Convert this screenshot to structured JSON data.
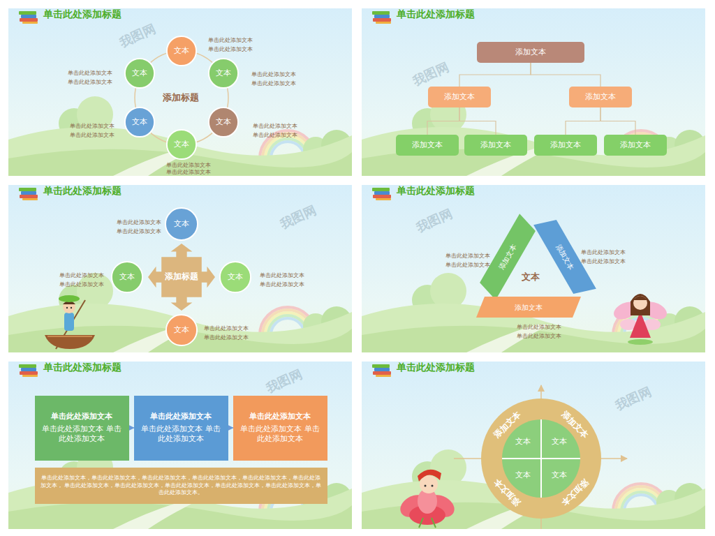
{
  "diagram": {
    "nodes": [
      {
        "text": [
          "文本"
        ]
      },
      {
        "text": [
          "文本"
        ]
      },
      {
        "text": [
          "文本"
        ]
      },
      {
        "text": [
          "文本"
        ]
      },
      {
        "text": [
          "文本"
        ]
      },
      {
        "text": [
          "文本"
        ]
      },
      {
        "text": [
          "添加文本"
        ]
      },
      {
        "text": [
          "添加文本"
        ]
      },
      {
        "text": [
          "添加文本"
        ]
      },
      {
        "text": [
          "添加文本"
        ]
      },
      {
        "text": [
          "添加文本"
        ]
      },
      {
        "text": [
          "添加文本"
        ]
      },
      {
        "text": [
          "添加文本"
        ]
      },
      {
        "text": [
          "添加标题"
        ]
      },
      {
        "text": [
          "文本"
        ]
      },
      {
        "text": [
          "文本"
        ]
      },
      {
        "text": [
          "文本"
        ]
      },
      {
        "text": [
          "文本"
        ]
      },
      {
        "text": [
          "添加文本"
        ]
      },
      {
        "text": [
          "添加文本"
        ]
      },
      {
        "text": [
          "添加文本"
        ]
      },
      {
        "text": [
          "单击此处添加文本",
          "单击此处添加文本 单击此处添加文本"
        ]
      },
      {
        "text": [
          "单击此处添加文本",
          "单击此处添加文本 单击此处添加文本"
        ]
      },
      {
        "text": [
          "单击此处添加文本",
          "单击此处添加文本 单击此处添加文本"
        ]
      },
      {
        "text": [
          "单击此处添加文本，单击此处添加文本，单击此处添加文本，单击此处添加文本，单击此处添加文本，单击此处添加文本， 单击此处添加文本，单击此处添加文本，单击此处添加文本，单击此处添加文本，单击此处添加文本，单击此处添加文本。"
        ]
      },
      {
        "text": [
          "添加文本",
          "添加文本",
          "添加文本",
          "添加文本"
        ]
      },
      {
        "text": [
          "文本",
          "文本",
          "文本",
          "文本"
        ],
        "in": 25
      }
    ],
    "edges": [
      {
        "from": 6,
        "to": 7,
        "arrow": "none"
      },
      {
        "from": 6,
        "to": 8,
        "arrow": "none"
      },
      {
        "from": 7,
        "to": 9,
        "arrow": "none"
      },
      {
        "from": 7,
        "to": 10,
        "arrow": "none"
      },
      {
        "from": 8,
        "to": 11,
        "arrow": "none"
      },
      {
        "from": 8,
        "to": 12,
        "arrow": "none"
      },
      {
        "from": 21,
        "to": 22,
        "arrow": "to"
      },
      {
        "from": 22,
        "to": 23,
        "arrow": "to"
      }
    ],
    "labels": [
      "单击此处添加标题",
      "我图网",
      "添加标题",
      "单击此处添加文本",
      "单击此处添加文本",
      "单击此处添加文本",
      "单击此处添加文本",
      "单击此处添加文本",
      "单击此处添加文本",
      "单击此处添加文本",
      "单击此处添加文本",
      "单击此处添加文本",
      "单击此处添加文本",
      "单击此处添加文本",
      "单击此处添加文本",
      "单击此处添加标题",
      "我图网",
      "单击此处添加标题",
      "我图网",
      "单击此处添加文本",
      "单击此处添加文本",
      "单击此处添加文本",
      "单击此处添加文本",
      "单击此处添加文本",
      "单击此处添加文本",
      "单击此处添加文本",
      "单击此处添加文本",
      "单击此处添加标题",
      "我图网",
      "文本",
      "单击此处添加文本",
      "单击此处添加文本",
      "单击此处添加文本",
      "单击此处添加文本",
      "单击此处添加文本",
      "单击此处添加文本",
      "单击此处添加标题",
      "我图网",
      "单击此处添加标题",
      "我图网"
    ]
  }
}
